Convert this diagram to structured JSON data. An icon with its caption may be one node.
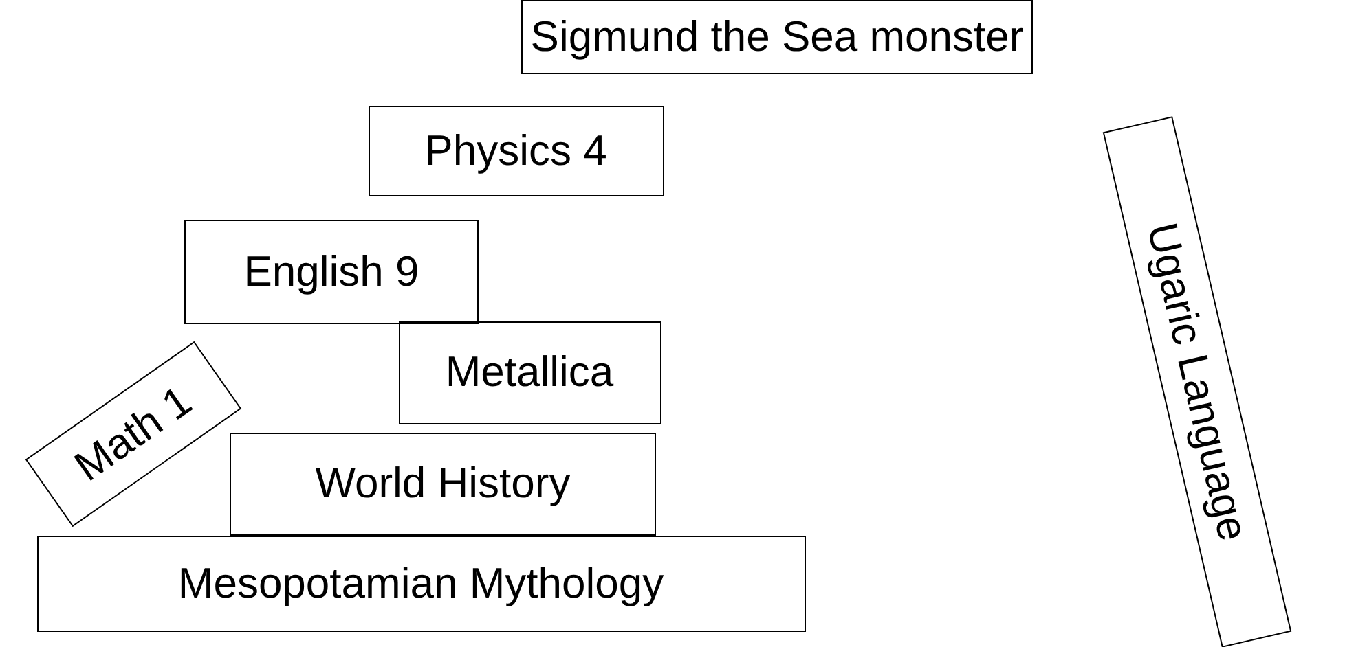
{
  "diagram": {
    "nodes": [
      {
        "text": [
          "Sigmund the Sea monster"
        ]
      },
      {
        "text": [
          "Physics 4"
        ]
      },
      {
        "text": [
          "Ugaric Language"
        ]
      },
      {
        "text": [
          "English 9"
        ]
      },
      {
        "text": [
          "Metallica"
        ]
      },
      {
        "text": [
          "Math 1"
        ]
      },
      {
        "text": [
          "World History"
        ]
      },
      {
        "text": [
          "Mesopotamian Mythology"
        ]
      }
    ]
  }
}
